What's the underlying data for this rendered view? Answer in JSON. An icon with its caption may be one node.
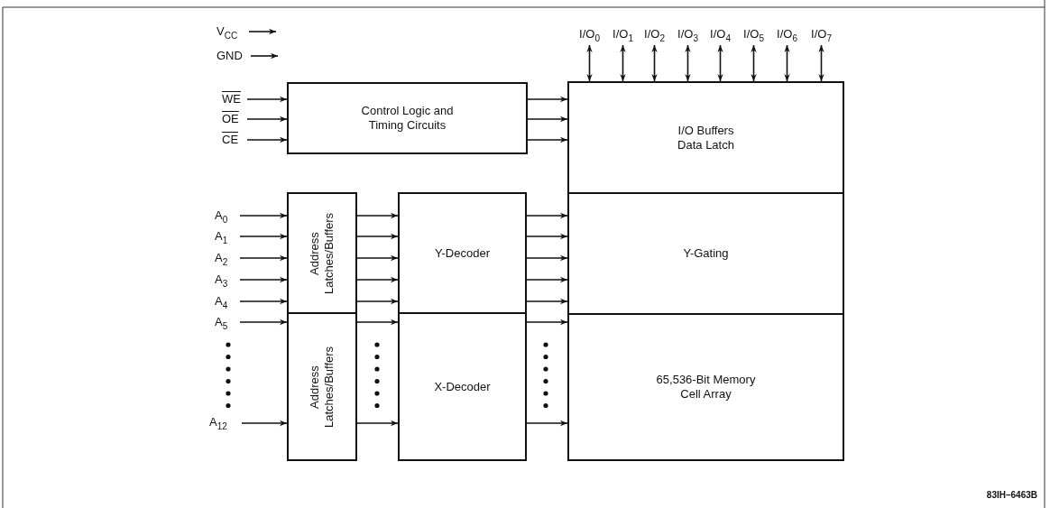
{
  "diagram": {
    "nodes": [
      {
        "text": [
          "V$_{CC}$"
        ]
      },
      {
        "text": [
          "GND"
        ]
      },
      {
        "text": [
          "WE"
        ]
      },
      {
        "text": [
          "OE"
        ]
      },
      {
        "text": [
          "CE"
        ]
      },
      {
        "text": [
          "Control Logic and Timing Circuits"
        ]
      },
      {
        "text": [
          "I/O$_{0}$"
        ]
      },
      {
        "text": [
          "I/O$_{1}$"
        ]
      },
      {
        "text": [
          "I/O$_{2}$"
        ]
      },
      {
        "text": [
          "I/O$_{3}$"
        ]
      },
      {
        "text": [
          "I/O$_{4}$"
        ]
      },
      {
        "text": [
          "I/O$_{5}$"
        ]
      },
      {
        "text": [
          "I/O$_{6}$"
        ]
      },
      {
        "text": [
          "I/O$_{7}$"
        ]
      },
      {
        "text": [
          "I/O Buffers Data Latch"
        ]
      },
      {
        "text": [
          "Y-Gating"
        ]
      },
      {
        "text": [
          "65,536-Bit Memory Cell Array"
        ]
      },
      {
        "text": [
          "A$_{0}$"
        ]
      },
      {
        "text": [
          "A$_{1}$"
        ]
      },
      {
        "text": [
          "A$_{2}$"
        ]
      },
      {
        "text": [
          "A$_{3}$"
        ]
      },
      {
        "text": [
          "A$_{4}$"
        ]
      },
      {
        "text": [
          "A$_{5}$"
        ]
      },
      {
        "text": [
          "A$_{12}$"
        ]
      },
      {
        "text": [
          "Address Latches/Buffers"
        ]
      },
      {
        "text": [
          "Address Latches/Buffers"
        ]
      },
      {
        "text": [
          "Y-Decoder"
        ]
      },
      {
        "text": [
          "X-Decoder"
        ]
      }
    ],
    "edges": [
      {
        "from": 0,
        "to": null,
        "arrow": "to"
      },
      {
        "from": 1,
        "to": null,
        "arrow": "to"
      },
      {
        "from": 2,
        "to": 5,
        "arrow": "to"
      },
      {
        "from": 3,
        "to": 5,
        "arrow": "to"
      },
      {
        "from": 4,
        "to": 5,
        "arrow": "to"
      },
      {
        "from": 5,
        "to": 14,
        "arrow": "to"
      },
      {
        "from": 5,
        "to": 14,
        "arrow": "to"
      },
      {
        "from": 5,
        "to": 14,
        "arrow": "to"
      },
      {
        "from": 6,
        "to": 14,
        "arrow": "both"
      },
      {
        "from": 7,
        "to": 14,
        "arrow": "both"
      },
      {
        "from": 8,
        "to": 14,
        "arrow": "both"
      },
      {
        "from": 9,
        "to": 14,
        "arrow": "both"
      },
      {
        "from": 10,
        "to": 14,
        "arrow": "both"
      },
      {
        "from": 11,
        "to": 14,
        "arrow": "both"
      },
      {
        "from": 12,
        "to": 14,
        "arrow": "both"
      },
      {
        "from": 13,
        "to": 14,
        "arrow": "both"
      },
      {
        "from": 17,
        "to": 24,
        "arrow": "to"
      },
      {
        "from": 18,
        "to": 24,
        "arrow": "to"
      },
      {
        "from": 19,
        "to": 24,
        "arrow": "to"
      },
      {
        "from": 20,
        "to": 24,
        "arrow": "to"
      },
      {
        "from": 21,
        "to": 24,
        "arrow": "to"
      },
      {
        "from": 22,
        "to": 25,
        "arrow": "to"
      },
      {
        "from": 23,
        "to": 25,
        "arrow": "to"
      },
      {
        "from": 24,
        "to": 26,
        "arrow": "to"
      },
      {
        "from": 24,
        "to": 26,
        "arrow": "to"
      },
      {
        "from": 24,
        "to": 26,
        "arrow": "to"
      },
      {
        "from": 24,
        "to": 26,
        "arrow": "to"
      },
      {
        "from": 24,
        "to": 26,
        "arrow": "to"
      },
      {
        "from": 25,
        "to": 27,
        "arrow": "to"
      },
      {
        "from": 25,
        "to": 27,
        "arrow": "to"
      },
      {
        "from": 26,
        "to": 15,
        "arrow": "to"
      },
      {
        "from": 26,
        "to": 15,
        "arrow": "to"
      },
      {
        "from": 26,
        "to": 15,
        "arrow": "to"
      },
      {
        "from": 26,
        "to": 15,
        "arrow": "to"
      },
      {
        "from": 26,
        "to": 15,
        "arrow": "to"
      },
      {
        "from": 27,
        "to": 16,
        "arrow": "to"
      },
      {
        "from": 27,
        "to": 16,
        "arrow": "to"
      }
    ],
    "labels": [
      "83IH–6463B"
    ]
  }
}
